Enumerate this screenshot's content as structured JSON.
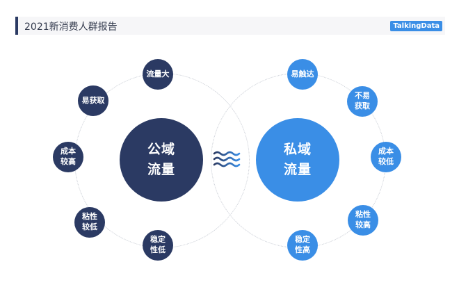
{
  "header": {
    "title": "2021新消费人群报告",
    "logo": "TalkingData"
  },
  "colors": {
    "public": "#2b3a63",
    "private": "#3a8ee6"
  },
  "public": {
    "title_line1": "公域",
    "title_line2": "流量",
    "traits": [
      [
        "流量大"
      ],
      [
        "易获取"
      ],
      [
        "成本",
        "较高"
      ],
      [
        "粘性",
        "较低"
      ],
      [
        "稳定",
        "性低"
      ]
    ]
  },
  "separator_icon": "waves-icon",
  "private": {
    "title_line1": "私域",
    "title_line2": "流量",
    "traits": [
      [
        "易触达"
      ],
      [
        "不易",
        "获取"
      ],
      [
        "成本",
        "较低"
      ],
      [
        "粘性",
        "较高"
      ],
      [
        "稳定",
        "性高"
      ]
    ]
  }
}
